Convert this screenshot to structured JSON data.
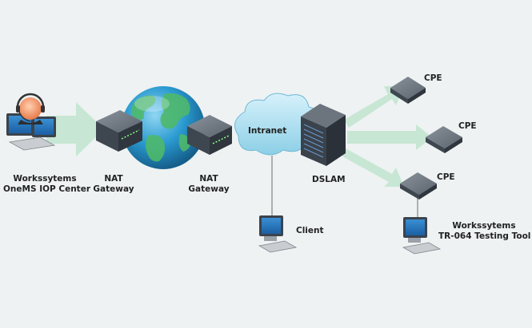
{
  "operator": {
    "line1": "Workssytems",
    "line2": "OneMS IOP Center"
  },
  "nat_left": {
    "line1": "NAT",
    "line2": "Gateway"
  },
  "nat_right": {
    "line1": "NAT",
    "line2": "Gateway"
  },
  "intranet": "Intranet",
  "dslam": "DSLAM",
  "client": "Client",
  "cpe": [
    "CPE",
    "CPE",
    "CPE"
  ],
  "tester": {
    "line1": "Workssytems",
    "line2": "TR-064 Testing Tool"
  },
  "colors": {
    "background": "#eef2f2",
    "arrow": "#c7e6d4",
    "device": "#4a5360",
    "cloud": "#a9ddef",
    "globe_ocean": "#2a9ad0",
    "globe_land": "#4eb86a"
  }
}
